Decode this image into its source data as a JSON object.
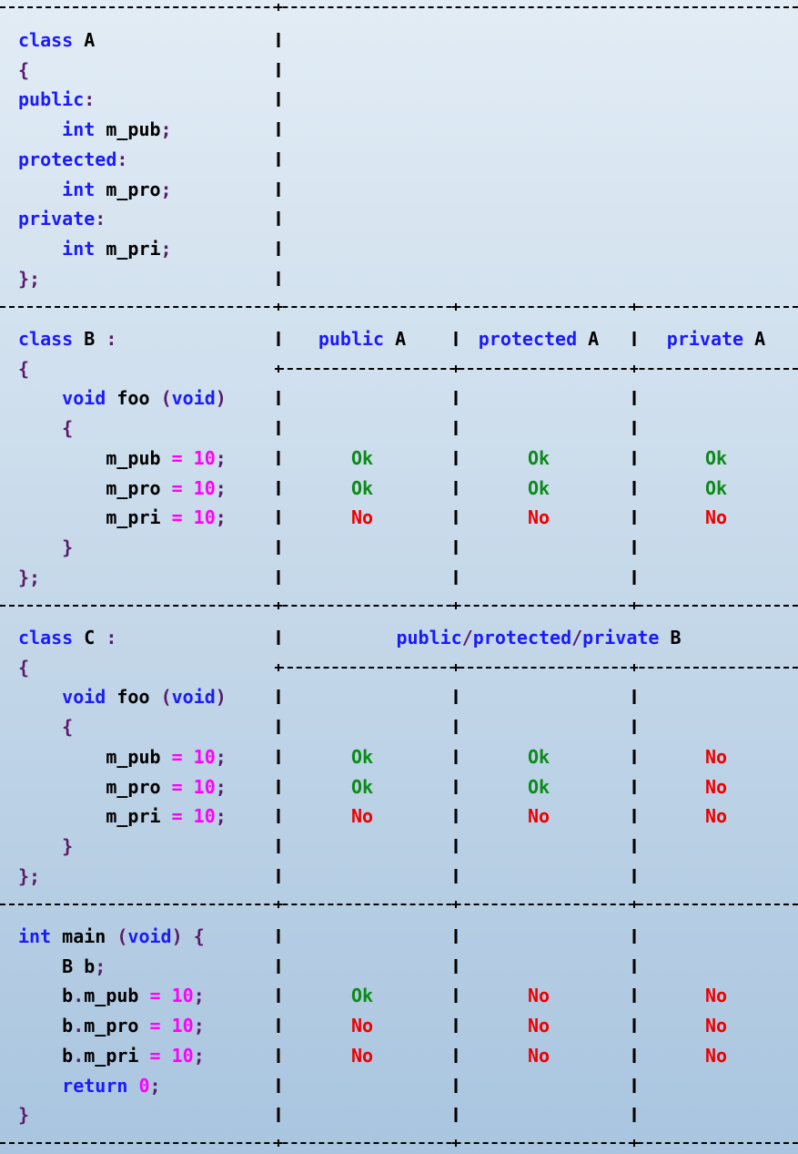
{
  "sections": [
    {
      "name": "class-a",
      "code": [
        [
          [
            "kw",
            "class"
          ],
          [
            "id",
            " A"
          ]
        ],
        [
          [
            "pun",
            "{"
          ]
        ],
        [
          [
            "kw",
            "public"
          ],
          [
            "pun",
            ":"
          ]
        ],
        [
          [
            "id",
            "    "
          ],
          [
            "kw",
            "int"
          ],
          [
            "id",
            " m_pub"
          ],
          [
            "pun",
            ";"
          ]
        ],
        [
          [
            "kw",
            "protected"
          ],
          [
            "pun",
            ":"
          ]
        ],
        [
          [
            "id",
            "    "
          ],
          [
            "kw",
            "int"
          ],
          [
            "id",
            " m_pro"
          ],
          [
            "pun",
            ";"
          ]
        ],
        [
          [
            "kw",
            "private"
          ],
          [
            "pun",
            ":"
          ]
        ],
        [
          [
            "id",
            "    "
          ],
          [
            "kw",
            "int"
          ],
          [
            "id",
            " m_pri"
          ],
          [
            "pun",
            ";"
          ]
        ],
        [
          [
            "pun",
            "};"
          ]
        ]
      ]
    },
    {
      "name": "class-b",
      "code": [
        [
          [
            "kw",
            "class"
          ],
          [
            "id",
            " B "
          ],
          [
            "pun",
            ":"
          ]
        ],
        [
          [
            "pun",
            "{"
          ]
        ],
        [
          [
            "id",
            "    "
          ],
          [
            "kw",
            "void"
          ],
          [
            "id",
            " foo "
          ],
          [
            "pun",
            "("
          ],
          [
            "kw",
            "void"
          ],
          [
            "pun",
            ")"
          ]
        ],
        [
          [
            "id",
            "    "
          ],
          [
            "pun",
            "{"
          ]
        ],
        [
          [
            "id",
            "        m_pub "
          ],
          [
            "op",
            "="
          ],
          [
            "id",
            " "
          ],
          [
            "num",
            "10"
          ],
          [
            "pun",
            ";"
          ]
        ],
        [
          [
            "id",
            "        m_pro "
          ],
          [
            "op",
            "="
          ],
          [
            "id",
            " "
          ],
          [
            "num",
            "10"
          ],
          [
            "pun",
            ";"
          ]
        ],
        [
          [
            "id",
            "        m_pri "
          ],
          [
            "op",
            "="
          ],
          [
            "id",
            " "
          ],
          [
            "num",
            "10"
          ],
          [
            "pun",
            ";"
          ]
        ],
        [
          [
            "id",
            "    "
          ],
          [
            "pun",
            "}"
          ]
        ],
        [
          [
            "pun",
            "};"
          ]
        ]
      ],
      "headers": [
        [
          [
            "kw",
            "public"
          ],
          [
            "id",
            " A"
          ]
        ],
        [
          [
            "kw",
            "protected"
          ],
          [
            "id",
            " A"
          ]
        ],
        [
          [
            "kw",
            "private"
          ],
          [
            "id",
            " A"
          ]
        ]
      ],
      "results": [
        [
          "Ok",
          "Ok",
          "Ok"
        ],
        [
          "Ok",
          "Ok",
          "Ok"
        ],
        [
          "No",
          "No",
          "No"
        ]
      ]
    },
    {
      "name": "class-c",
      "code": [
        [
          [
            "kw",
            "class"
          ],
          [
            "id",
            " C "
          ],
          [
            "pun",
            ":"
          ]
        ],
        [
          [
            "pun",
            "{"
          ]
        ],
        [
          [
            "id",
            "    "
          ],
          [
            "kw",
            "void"
          ],
          [
            "id",
            " foo "
          ],
          [
            "pun",
            "("
          ],
          [
            "kw",
            "void"
          ],
          [
            "pun",
            ")"
          ]
        ],
        [
          [
            "id",
            "    "
          ],
          [
            "pun",
            "{"
          ]
        ],
        [
          [
            "id",
            "        m_pub "
          ],
          [
            "op",
            "="
          ],
          [
            "id",
            " "
          ],
          [
            "num",
            "10"
          ],
          [
            "pun",
            ";"
          ]
        ],
        [
          [
            "id",
            "        m_pro "
          ],
          [
            "op",
            "="
          ],
          [
            "id",
            " "
          ],
          [
            "num",
            "10"
          ],
          [
            "pun",
            ";"
          ]
        ],
        [
          [
            "id",
            "        m_pri "
          ],
          [
            "op",
            "="
          ],
          [
            "id",
            " "
          ],
          [
            "num",
            "10"
          ],
          [
            "pun",
            ";"
          ]
        ],
        [
          [
            "id",
            "    "
          ],
          [
            "pun",
            "}"
          ]
        ],
        [
          [
            "pun",
            "};"
          ]
        ]
      ],
      "header_span": [
        [
          "kw",
          "public"
        ],
        [
          "pun",
          "/"
        ],
        [
          "kw",
          "protected"
        ],
        [
          "pun",
          "/"
        ],
        [
          "kw",
          "private"
        ],
        [
          "id",
          " B"
        ]
      ],
      "results": [
        [
          "Ok",
          "Ok",
          "No"
        ],
        [
          "Ok",
          "Ok",
          "No"
        ],
        [
          "No",
          "No",
          "No"
        ]
      ]
    },
    {
      "name": "main",
      "code": [
        [
          [
            "kw",
            "int"
          ],
          [
            "id",
            " main "
          ],
          [
            "pun",
            "("
          ],
          [
            "kw",
            "void"
          ],
          [
            "pun",
            ")"
          ],
          [
            "id",
            " "
          ],
          [
            "pun",
            "{"
          ]
        ],
        [
          [
            "id",
            "    B b"
          ],
          [
            "pun",
            ";"
          ]
        ],
        [
          [
            "id",
            "    b"
          ],
          [
            "pun",
            "."
          ],
          [
            "id",
            "m_pub "
          ],
          [
            "op",
            "="
          ],
          [
            "id",
            " "
          ],
          [
            "num",
            "10"
          ],
          [
            "pun",
            ";"
          ]
        ],
        [
          [
            "id",
            "    b"
          ],
          [
            "pun",
            "."
          ],
          [
            "id",
            "m_pro "
          ],
          [
            "op",
            "="
          ],
          [
            "id",
            " "
          ],
          [
            "num",
            "10"
          ],
          [
            "pun",
            ";"
          ]
        ],
        [
          [
            "id",
            "    b"
          ],
          [
            "pun",
            "."
          ],
          [
            "id",
            "m_pri "
          ],
          [
            "op",
            "="
          ],
          [
            "id",
            " "
          ],
          [
            "num",
            "10"
          ],
          [
            "pun",
            ";"
          ]
        ],
        [
          [
            "id",
            "    "
          ],
          [
            "kw",
            "return"
          ],
          [
            "id",
            " "
          ],
          [
            "num",
            "0"
          ],
          [
            "pun",
            ";"
          ]
        ],
        [
          [
            "pun",
            "}"
          ]
        ]
      ],
      "results": [
        [
          "Ok",
          "No",
          "No"
        ],
        [
          "No",
          "No",
          "No"
        ],
        [
          "No",
          "No",
          "No"
        ]
      ]
    }
  ],
  "colors": {
    "keyword": "#1a1aff",
    "number": "#ff00ff",
    "punct": "#5a1a6a",
    "ok": "#0b8a18",
    "no": "#ee0000"
  }
}
